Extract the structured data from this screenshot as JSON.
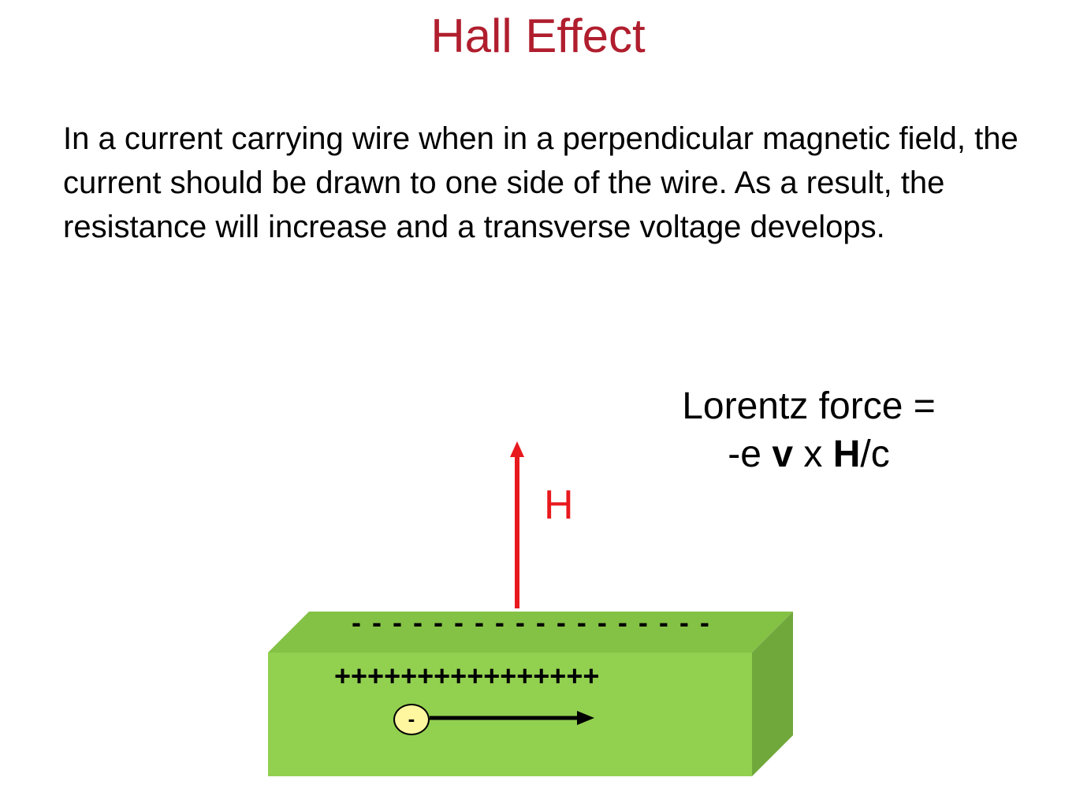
{
  "slide": {
    "title": "Hall Effect",
    "body": "In a current carrying wire when in a perpendicular magnetic field, the current should be drawn to one side of the wire. As a result, the resistance will increase and a transverse voltage develops."
  },
  "diagram": {
    "lorentz_line1": "Lorentz force =",
    "formula": {
      "prefix": "-e ",
      "v": "v",
      "cross": " x ",
      "h": "H",
      "suffix": "/c"
    },
    "field_label": "H",
    "top_charges": "- - - - - - - - - - - - - - - - - -",
    "near_charges": "++++++++++++++++",
    "electron_label": "-"
  },
  "colors": {
    "title": "#b01e2e",
    "field_arrow": "#e8191e",
    "slab_front": "#92d050",
    "slab_top": "#84c246",
    "slab_side": "#70a83c",
    "electron_fill": "#fff7a0"
  }
}
